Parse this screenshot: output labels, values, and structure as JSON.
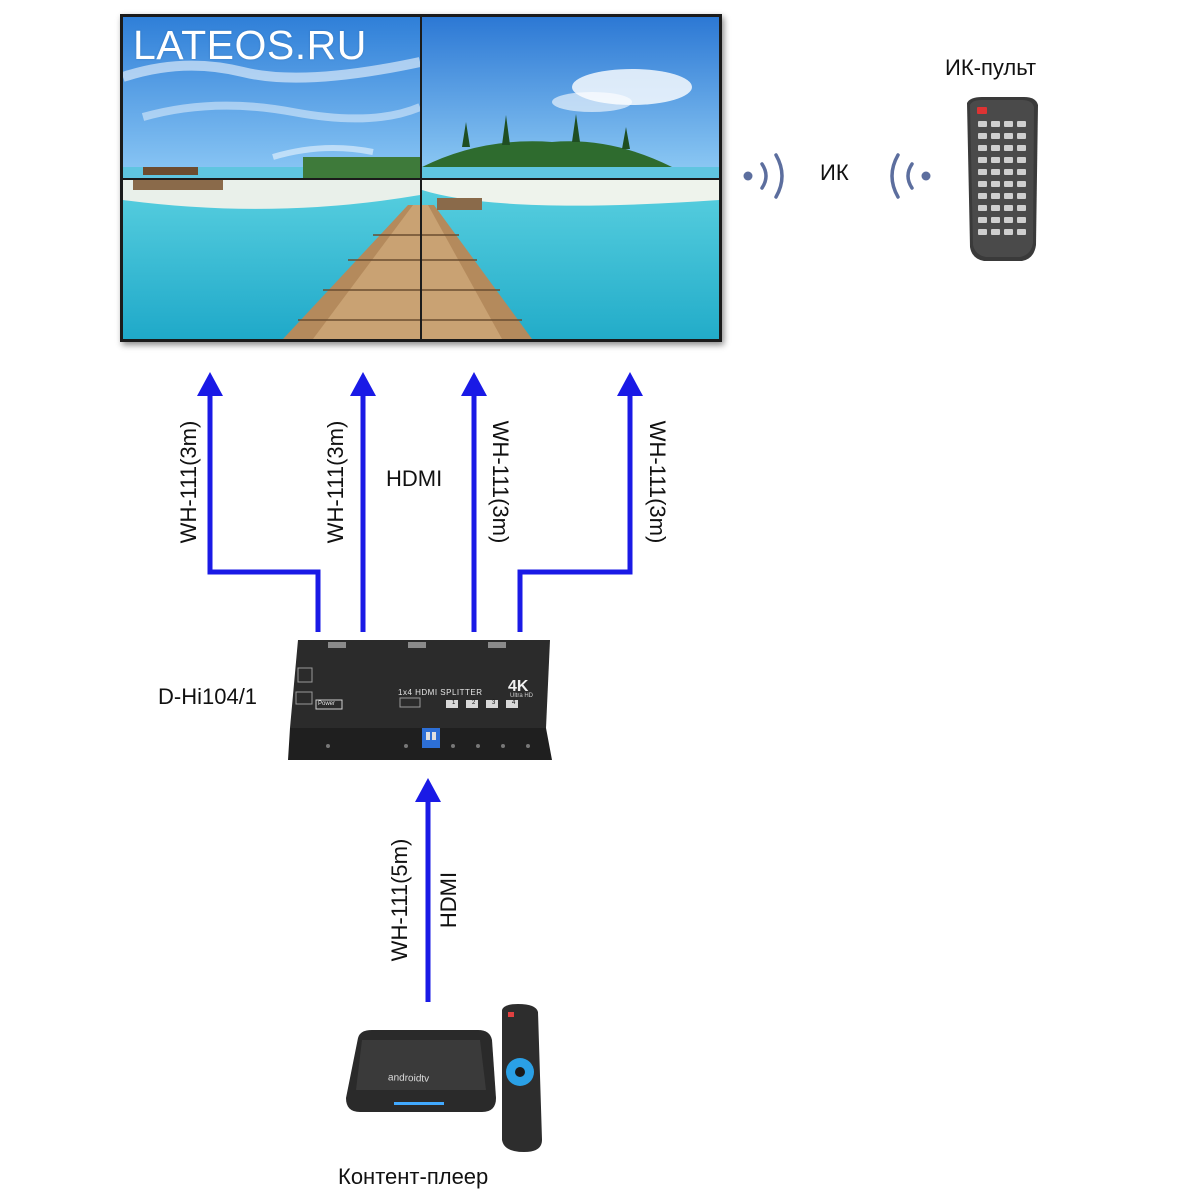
{
  "videowall": {
    "brand": "LATEOS.RU"
  },
  "ir": {
    "remote_label": "ИК-пульт",
    "signal_label": "ИК"
  },
  "splitter": {
    "label": "D-Hi104/1",
    "face_title": "1x4 HDMI SPLITTER",
    "badge": "4K",
    "badge_sub": "Ultra HD",
    "power_label": "Power",
    "ports": [
      "1",
      "2",
      "3",
      "4"
    ]
  },
  "cables_out": [
    {
      "label": "WH-111(3m)"
    },
    {
      "label": "WH-111(3m)"
    },
    {
      "label": "WH-111(3m)"
    },
    {
      "label": "WH-111(3m)"
    }
  ],
  "hdmi_out_label": "HDMI",
  "cable_in": {
    "label": "WH-111(5m)",
    "type_label": "HDMI"
  },
  "media_player": {
    "label": "Контент-плеер",
    "brand": "androidtv"
  },
  "colors": {
    "cable": "#1a1ae6",
    "device": "#2b2b2b",
    "remote": "#3a3a3a",
    "sky": "#3a8fe0",
    "sea": "#31c4dc"
  }
}
